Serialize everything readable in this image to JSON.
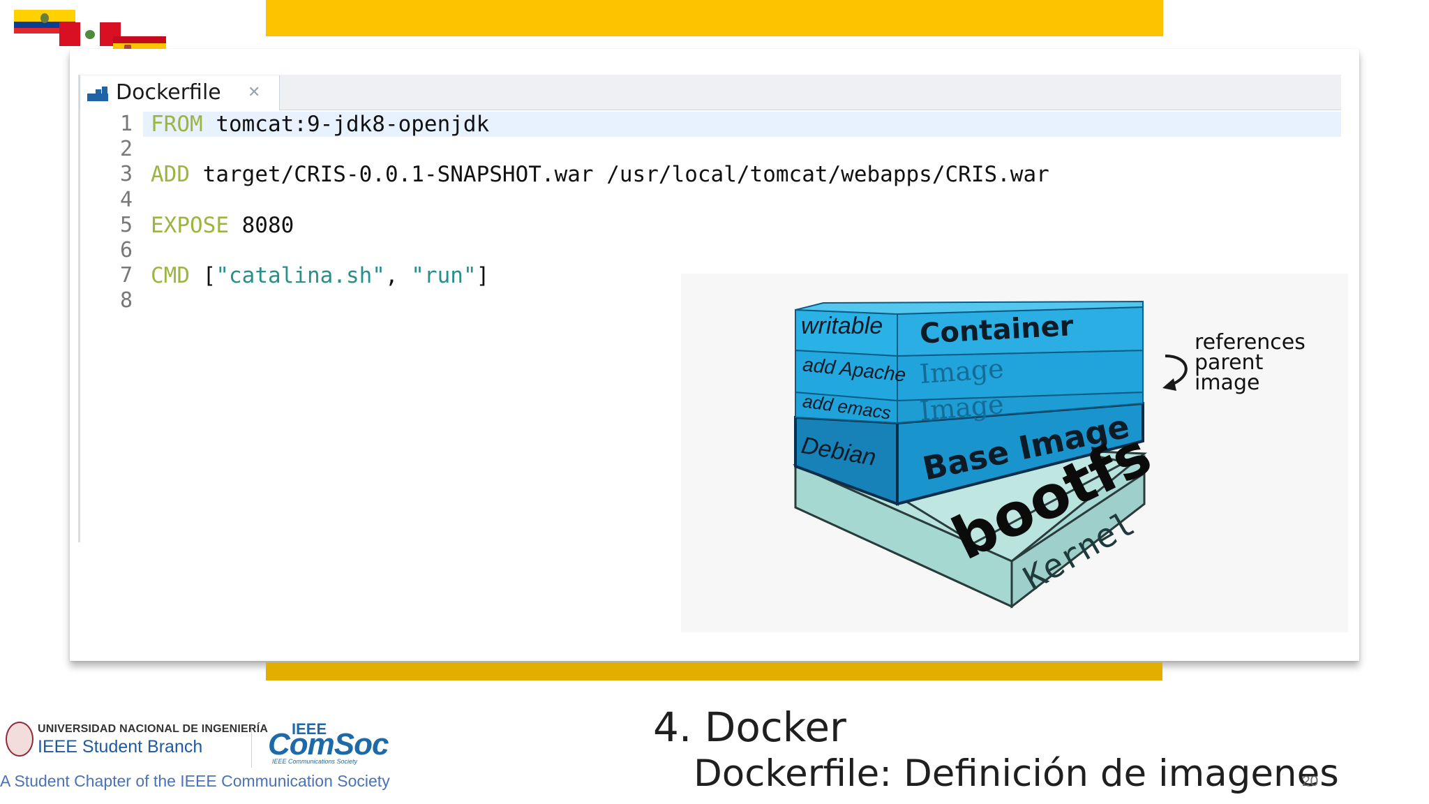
{
  "slide": {
    "title": "4. Docker",
    "subtitle": "Dockerfile: Definición de imagenes",
    "page_number": "20"
  },
  "colors": {
    "gold_top": "#FDC300",
    "gold_bottom": "#E2AF00",
    "keyword": "#9BB640",
    "string": "#2A8F8A",
    "layer_blue": "#1A9BD1",
    "kernel": "#A8D8D3"
  },
  "editor": {
    "tab_label": "Dockerfile",
    "tab_icon": "dockerfile-file-icon",
    "close_icon": "close-icon",
    "lines": [
      {
        "num": "1",
        "tokens": [
          {
            "t": "FROM",
            "c": "kw"
          },
          {
            "t": " tomcat:9-jdk8-openjdk",
            "c": "plain"
          }
        ]
      },
      {
        "num": "2",
        "tokens": []
      },
      {
        "num": "3",
        "tokens": [
          {
            "t": "ADD",
            "c": "kw"
          },
          {
            "t": " target/CRIS-0.0.1-SNAPSHOT.war /usr/local/tomcat/webapps/CRIS.war",
            "c": "plain"
          }
        ]
      },
      {
        "num": "4",
        "tokens": []
      },
      {
        "num": "5",
        "tokens": [
          {
            "t": "EXPOSE",
            "c": "kw"
          },
          {
            "t": " 8080",
            "c": "plain"
          }
        ]
      },
      {
        "num": "6",
        "tokens": []
      },
      {
        "num": "7",
        "tokens": [
          {
            "t": "CMD",
            "c": "kw"
          },
          {
            "t": " [",
            "c": "plain"
          },
          {
            "t": "\"catalina.sh\"",
            "c": "str"
          },
          {
            "t": ", ",
            "c": "plain"
          },
          {
            "t": "\"run\"",
            "c": "str"
          },
          {
            "t": "]",
            "c": "plain"
          }
        ]
      },
      {
        "num": "8",
        "tokens": []
      }
    ]
  },
  "diagram": {
    "left_labels": [
      "writable",
      "add Apache",
      "add emacs",
      "Debian"
    ],
    "right_labels": [
      "Container",
      "Image",
      "Image",
      "Base Image"
    ],
    "bootfs": "bootfs",
    "kernel": "Kernel",
    "annotation": [
      "references",
      "parent",
      "image"
    ]
  },
  "footer": {
    "university": "UNIVERSIDAD NACIONAL DE INGENIERÍA",
    "branch": "IEEE Student Branch",
    "comsoc_top": "IEEE",
    "comsoc": "ComSoc",
    "comsoc_sub": "IEEE Communications Society",
    "tagline": "A Student Chapter of the IEEE Communication Society"
  }
}
